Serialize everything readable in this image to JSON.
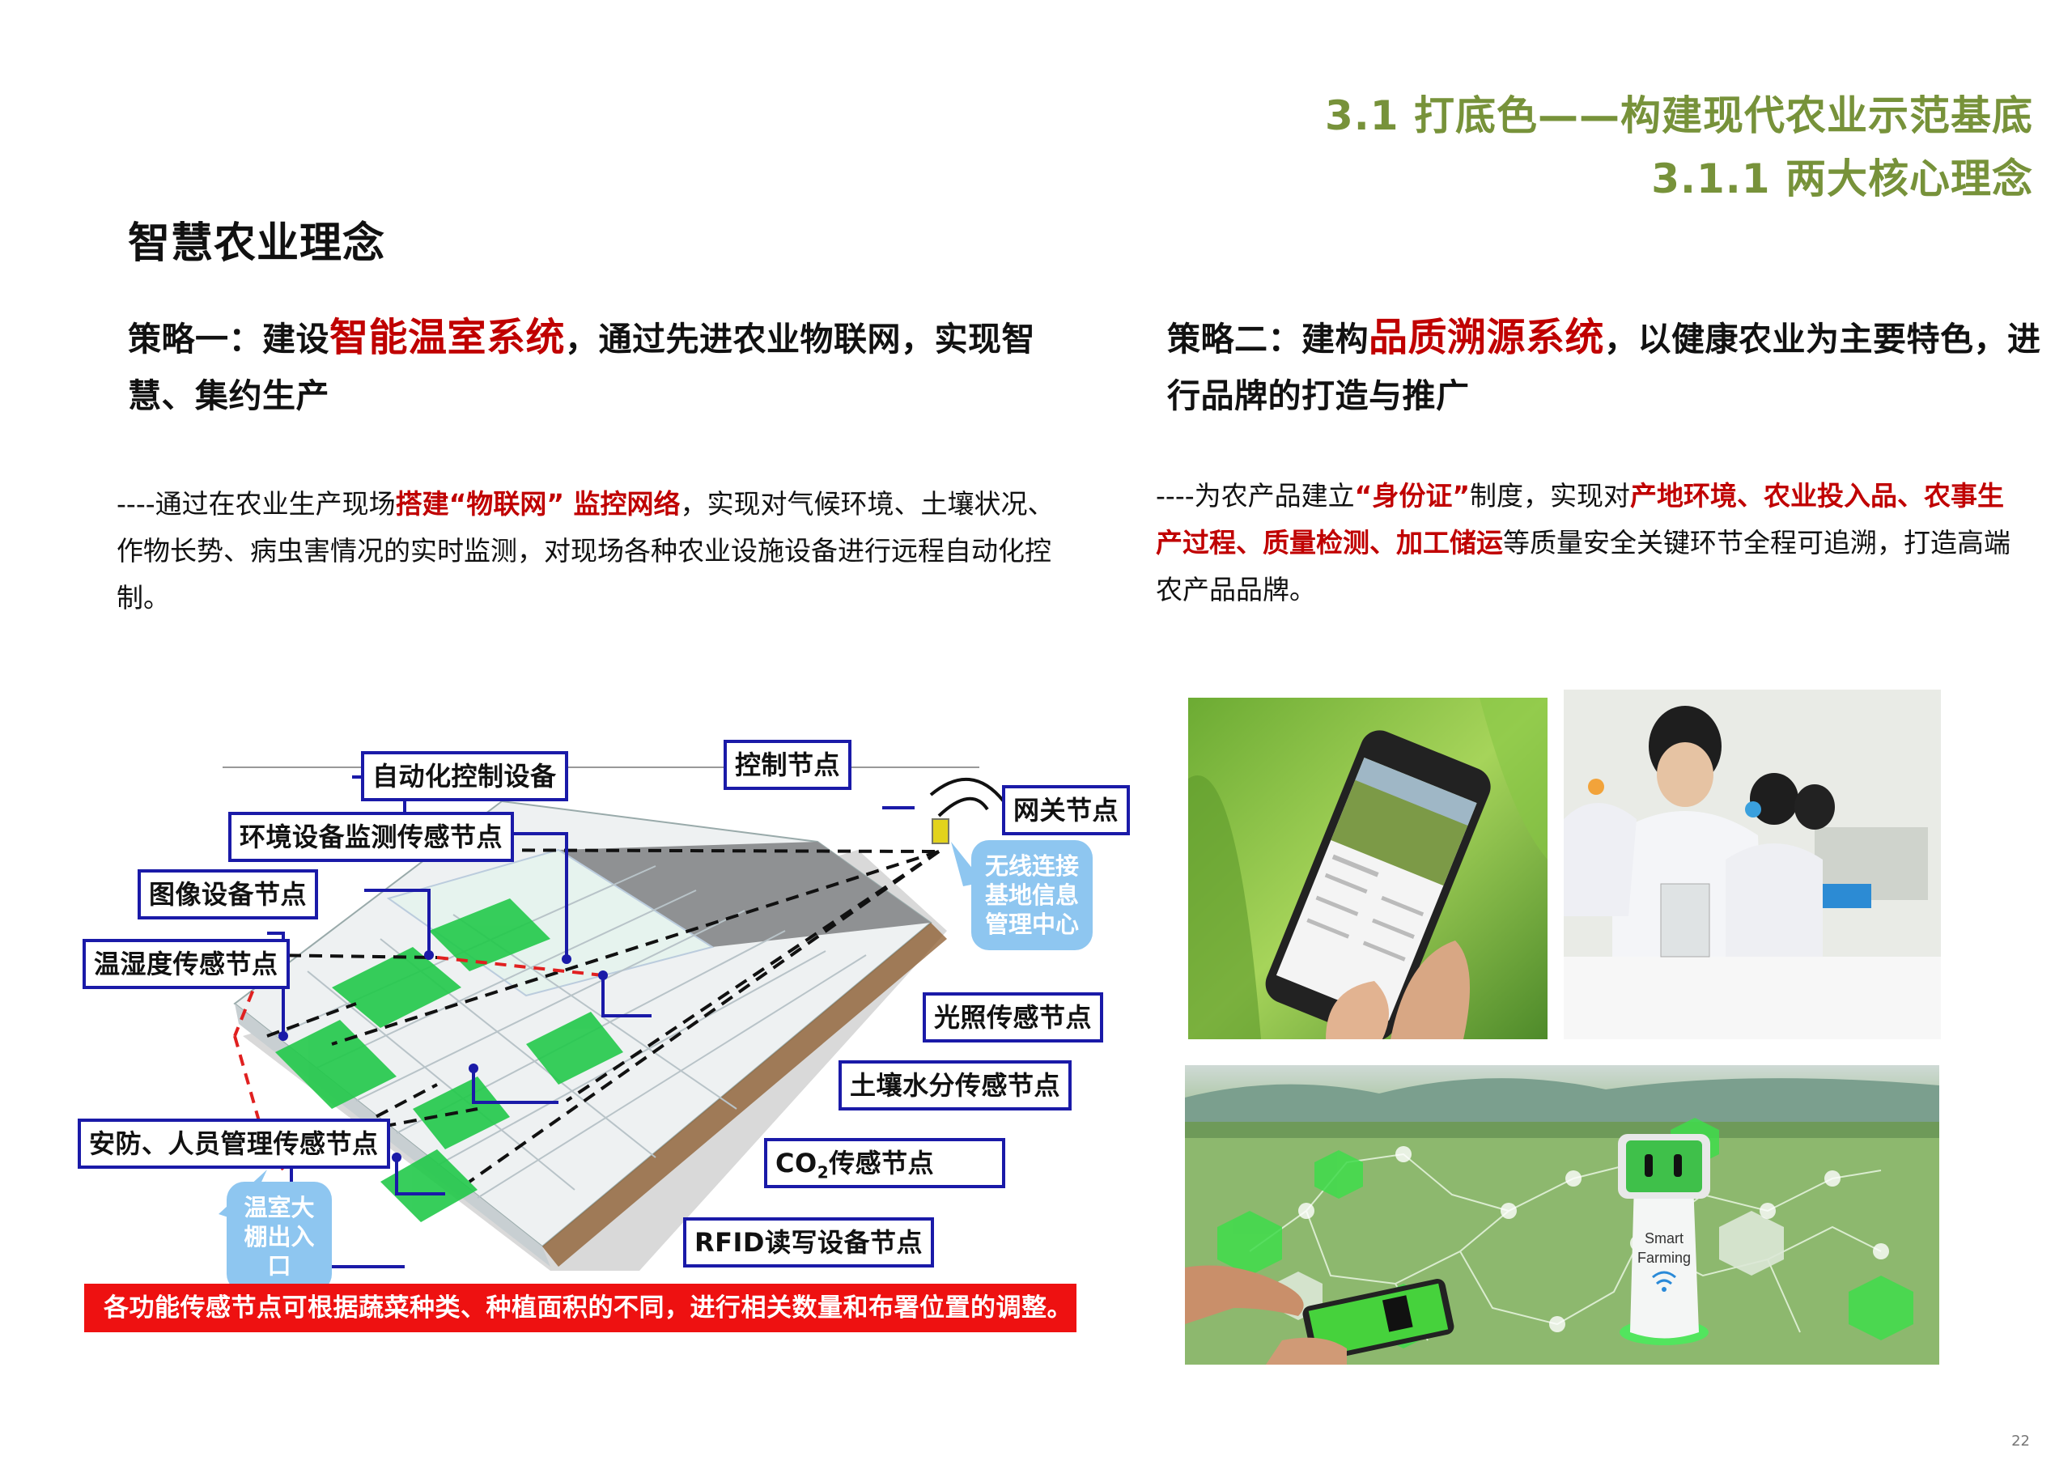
{
  "header": {
    "section_title": "3.1 打底色——构建现代农业示范基底",
    "subsection_title": "3.1.1 两大核心理念",
    "accent_color": "#77923a"
  },
  "page_title": "智慧农业理念",
  "strategy_one": {
    "prefix": "策略一：建设",
    "highlight": "智能温室系统",
    "suffix": "，通过先进农业物联网，实现智慧、集约生产",
    "description": {
      "part1": "----通过在农业生产现场",
      "highlight1": "搭建“物联网” 监控网络",
      "part2": "，实现对气候环境、土壤状况、作物长势、病虫害情况的实时监测，对现场各种农业设施设备进行远程自动化控制。"
    }
  },
  "strategy_two": {
    "prefix": "策略二：建构",
    "highlight": "品质溯源系统",
    "suffix": "，以健康农业为主要特色，进行品牌的打造与推广",
    "description": {
      "part1": "----为农产品建立",
      "highlight1": "“身份证”",
      "part2": "制度，实现对",
      "highlight2": "产地环境、农业投入品、农事生产过程、质量检测、加工储运",
      "part3": "等质量安全关键环节全程可追溯，打造高端农产品品牌。"
    }
  },
  "diagram": {
    "labels": {
      "automation": "自动化控制设备",
      "control_node": "控制节点",
      "gateway_node": "网关节点",
      "env_monitor": "环境设备监测传感节点",
      "image_node": "图像设备节点",
      "temp_humidity": "温湿度传感节点",
      "light_sensor": "光照传感节点",
      "soil_moisture": "土壤水分传感节点",
      "security": "安防、人员管理传感节点",
      "co2_prefix": "CO",
      "co2_sub": "2",
      "co2_suffix": "传感节点",
      "rfid": "RFID读写设备节点"
    },
    "bubbles": {
      "wireless": "无线连接基地信息管理中心",
      "entrance": "温室大棚出入口"
    },
    "footnote": "各功能传感节点可根据蔬菜种类、种植面积的不同，进行相关数量和布署位置的调整。",
    "footnote_color": "#ee1111",
    "label_border_color": "#1a1aa8",
    "bubble_color": "#8ec6f0"
  },
  "photos": {
    "phone_app": "smartphone-farm-monitoring-photo",
    "lab": "laboratory-quality-testing-photo",
    "smart_farming": {
      "caption": "Smart Farming",
      "name": "smart-farming-robot-field-photo"
    }
  },
  "page_number": "22"
}
